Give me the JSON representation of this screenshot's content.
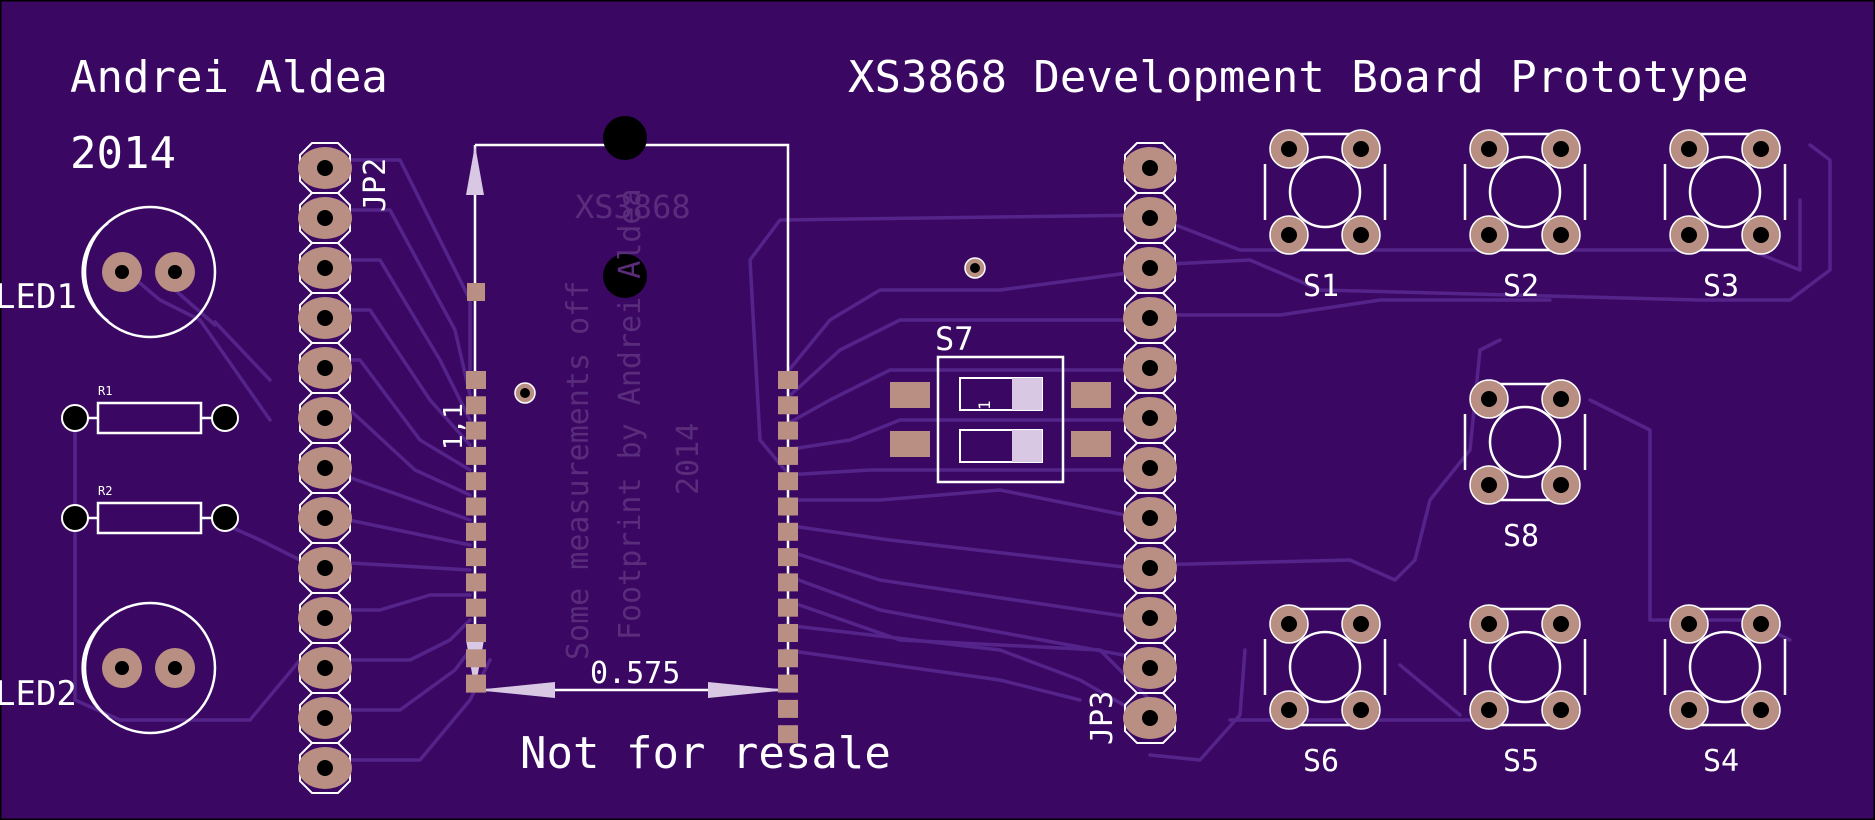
{
  "board": {
    "author": "Andrei Aldea",
    "year": "2014",
    "title": "XS3868 Development Board Prototype",
    "disclaimer": "Not for resale"
  },
  "colors": {
    "substrate": "#3a0862",
    "silkscreen": "#ffffff",
    "pad": "#b98f83",
    "trace": "#55248a",
    "drill": "#000000"
  },
  "labels": {
    "jp2": "JP2",
    "jp3": "JP3",
    "led1": "LED1",
    "led2": "LED2",
    "r1": "R1",
    "r2": "R2",
    "s1": "S1",
    "s2": "S2",
    "s3": "S3",
    "s4": "S4",
    "s5": "S5",
    "s6": "S6",
    "s7": "S7",
    "s8": "S8",
    "pin1": "1",
    "switch_pin": "1"
  },
  "module": {
    "name": "XS3868",
    "ref": "1,1",
    "dimension": "0.575",
    "notes": [
      "Some measurements off",
      "Footprint by Andrei Aldea",
      "2014"
    ]
  }
}
